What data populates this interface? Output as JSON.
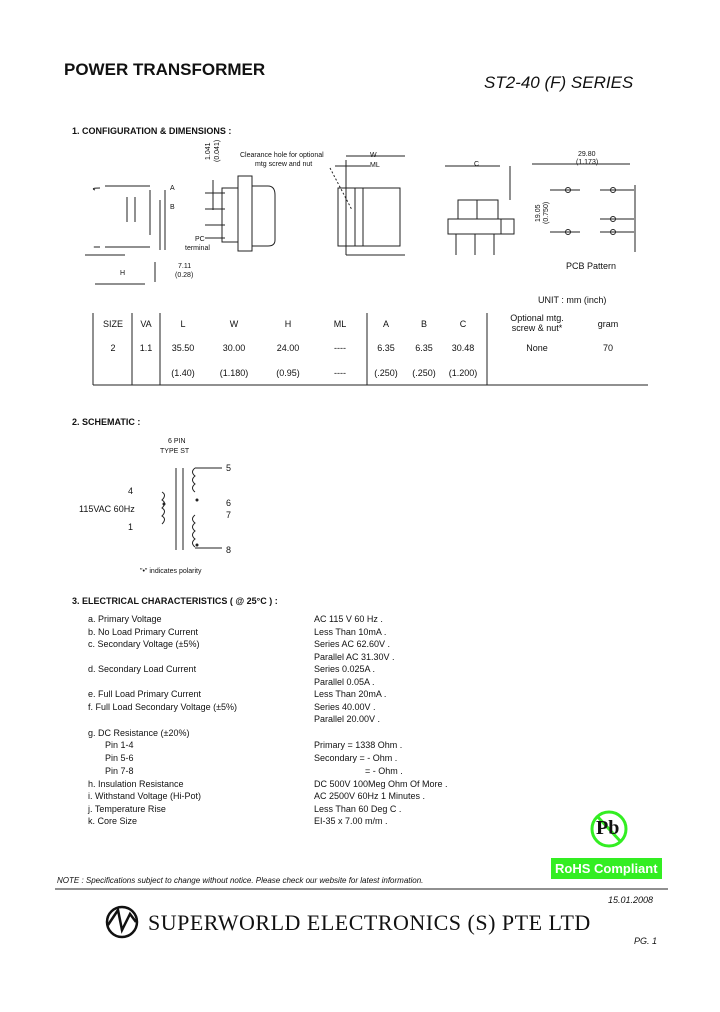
{
  "header": {
    "title": "POWER TRANSFORMER",
    "series": "ST2-40 (F) SERIES"
  },
  "section1": {
    "heading": "1. CONFIGURATION & DIMENSIONS :",
    "labels": {
      "clearance": "Clearance hole for optional",
      "clearance2": "mtg screw and nut",
      "pc": "PC",
      "terminal": "terminal",
      "dim_h": "H",
      "dim_711": "7.11",
      "dim_028": "(0.28)",
      "dim_side": "1.041",
      "dim_side2": "(0.041)",
      "dim_w": "W",
      "dim_ml": "ML",
      "dim_c": "C",
      "pcb_2580": "29.80",
      "pcb_1173": "(1.173)",
      "pcb_1905": "19.05",
      "pcb_750": "(0.750)",
      "pcb_pattern": "PCB Pattern",
      "a": "A",
      "b": "B",
      "cc": "C",
      "l": "L"
    },
    "unit": "UNIT : mm (inch)",
    "table": {
      "headers": [
        "SIZE",
        "VA",
        "L",
        "W",
        "H",
        "ML",
        "A",
        "B",
        "C",
        "Optional mtg.",
        "screw & nut*",
        "gram"
      ],
      "row_mm": [
        "2",
        "1.1",
        "35.50",
        "30.00",
        "24.00",
        "----",
        "6.35",
        "6.35",
        "30.48",
        "None",
        "70"
      ],
      "row_inch": [
        "(1.40)",
        "(1.180)",
        "(0.95)",
        "----",
        "(.250)",
        "(.250)",
        "(1.200)"
      ]
    }
  },
  "section2": {
    "heading": "2. SCHEMATIC :",
    "type1": "6 PIN",
    "type2": "TYPE ST",
    "pins": {
      "p4": "4",
      "p1": "1",
      "p5": "5",
      "p6": "6",
      "p7": "7",
      "p8": "8"
    },
    "input": "115VAC 60Hz",
    "polarity": "\"•\" indicates polarity"
  },
  "section3": {
    "heading": "3. ELECTRICAL CHARACTERISTICS ( @ 25°C ) :",
    "rows": [
      {
        "label": "a. Primary Voltage",
        "value": "AC 115 V 60 Hz ."
      },
      {
        "label": "b. No Load Primary Current",
        "value": "Less Than 10mA ."
      },
      {
        "label": "c. Secondary Voltage (±5%)",
        "value": "Series AC 62.60V ."
      },
      {
        "label": "",
        "value": "Parallel AC 31.30V ."
      },
      {
        "label": "d. Secondary Load Current",
        "value": "Series 0.025A ."
      },
      {
        "label": "",
        "value": "Parallel 0.05A ."
      },
      {
        "label": "e. Full Load Primary Current",
        "value": "Less Than 20mA ."
      },
      {
        "label": "f. Full Load Secondary Voltage (±5%)",
        "value": "Series 40.00V ."
      },
      {
        "label": "",
        "value": "Parallel 20.00V ."
      },
      {
        "label": "g. DC Resistance (±20%)",
        "value": ""
      },
      {
        "label": "Pin 1-4",
        "value": "Primary = 1338 Ohm ."
      },
      {
        "label": "Pin 5-6",
        "value": "Secondary = - Ohm ."
      },
      {
        "label": "Pin 7-8",
        "value": "= - Ohm ."
      },
      {
        "label": "h. Insulation Resistance",
        "value": "DC 500V 100Meg Ohm Of More ."
      },
      {
        "label": "i. Withstand Voltage (Hi-Pot)",
        "value": "AC 2500V 60Hz 1 Minutes ."
      },
      {
        "label": "j. Temperature Rise",
        "value": "Less Than 60 Deg C ."
      },
      {
        "label": "k. Core Size",
        "value": "EI-35 x 7.00 m/m ."
      }
    ]
  },
  "rohs": {
    "pb": "Pb",
    "label": "RoHS Compliant",
    "color": "#33ee22"
  },
  "footer": {
    "note": "NOTE : Specifications subject to change without notice. Please check our website for latest information.",
    "date": "15.01.2008",
    "company": "SUPERWORLD ELECTRONICS (S) PTE LTD",
    "page": "PG. 1"
  }
}
